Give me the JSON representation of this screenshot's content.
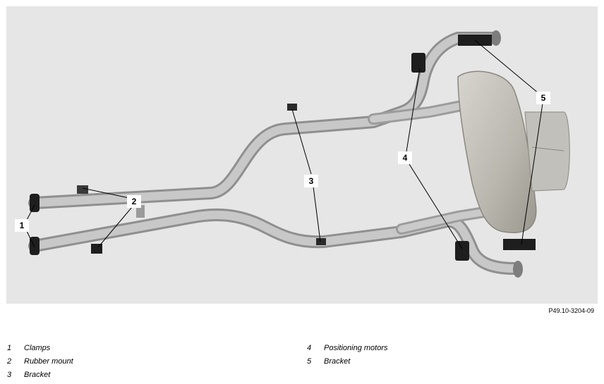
{
  "figure": {
    "code": "P49.10-3204-09",
    "callouts": [
      "1",
      "2",
      "3",
      "4",
      "5"
    ]
  },
  "legend": [
    {
      "num": "1",
      "label": "Clamps"
    },
    {
      "num": "2",
      "label": "Rubber mount"
    },
    {
      "num": "3",
      "label": "Bracket"
    },
    {
      "num": "4",
      "label": "Positioning motors"
    },
    {
      "num": "5",
      "label": "Bracket"
    }
  ],
  "colors": {
    "background": "#e6e6e6",
    "pipe": "#b9b9b9",
    "pipe_shade": "#8f8f8f",
    "muffler": "#c4c2bd",
    "dark_part": "#1e1e1e"
  }
}
